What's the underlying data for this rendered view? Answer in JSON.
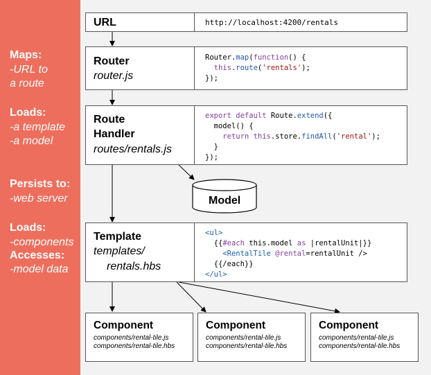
{
  "sidebar": {
    "maps_heading": "Maps:",
    "maps_line1": "-URL to",
    "maps_line2": "a route",
    "loads_heading": "Loads:",
    "loads_line1": "-a template",
    "loads_line2": "-a model",
    "persists_heading": "Persists to:",
    "persists_line1": "-web server",
    "loads2_heading": "Loads:",
    "loads2_line1": "-components",
    "accesses_heading": "Accesses:",
    "accesses_line1": "-model data"
  },
  "url": {
    "label": "URL",
    "value": "http://localhost:4200/rentals"
  },
  "router": {
    "title": "Router",
    "file": "router.js",
    "code": {
      "l1_a": "Router.",
      "l1_fn": "map",
      "l1_b": "(",
      "l1_kw": "function",
      "l1_c": "() {",
      "l2_kw": "this",
      "l2_a": ".",
      "l2_fn": "route",
      "l2_b": "(",
      "l2_str": "'rentals'",
      "l2_c": ");",
      "l3": "});"
    }
  },
  "route_handler": {
    "title1": "Route",
    "title2": "Handler",
    "file": "routes/rentals.js",
    "code": {
      "l1_kw1": "export",
      "l1_kw2": "default",
      "l1_a": "Route.",
      "l1_fn": "extend",
      "l1_b": "({",
      "l2": "model() {",
      "l3_kw1": "return",
      "l3_kw2": "this",
      "l3_a": ".store.",
      "l3_fn": "findAll",
      "l3_b": "(",
      "l3_str": "'rental'",
      "l3_c": ");",
      "l4": "}",
      "l5": "});"
    }
  },
  "model": {
    "label": "Model"
  },
  "template": {
    "title": "Template",
    "file1": "templates/",
    "file2": "rentals.hbs",
    "code": {
      "l1": "<ul>",
      "l2_a": "{{",
      "l2_kw": "#each",
      "l2_b": " this.model ",
      "l2_kw2": "as",
      "l2_c": " |rentalUnit|}}",
      "l3_tag": "<RentalTile",
      "l3_attr": " @rental",
      "l3_b": "=rentalUnit />",
      "l4": "{{/each}}",
      "l5": "</ul>"
    }
  },
  "components": [
    {
      "title": "Component",
      "file1": "components/rental-tile.js",
      "file2": "components/rental-tile.hbs"
    },
    {
      "title": "Component",
      "file1": "components/rental-tile.js",
      "file2": "components/rental-tile.hbs"
    },
    {
      "title": "Component",
      "file1": "components/rental-tile.js",
      "file2": "components/rental-tile.hbs"
    }
  ],
  "colors": {
    "sidebar": "#ee6e5d",
    "background": "#f2f2f2",
    "border": "#555555"
  }
}
